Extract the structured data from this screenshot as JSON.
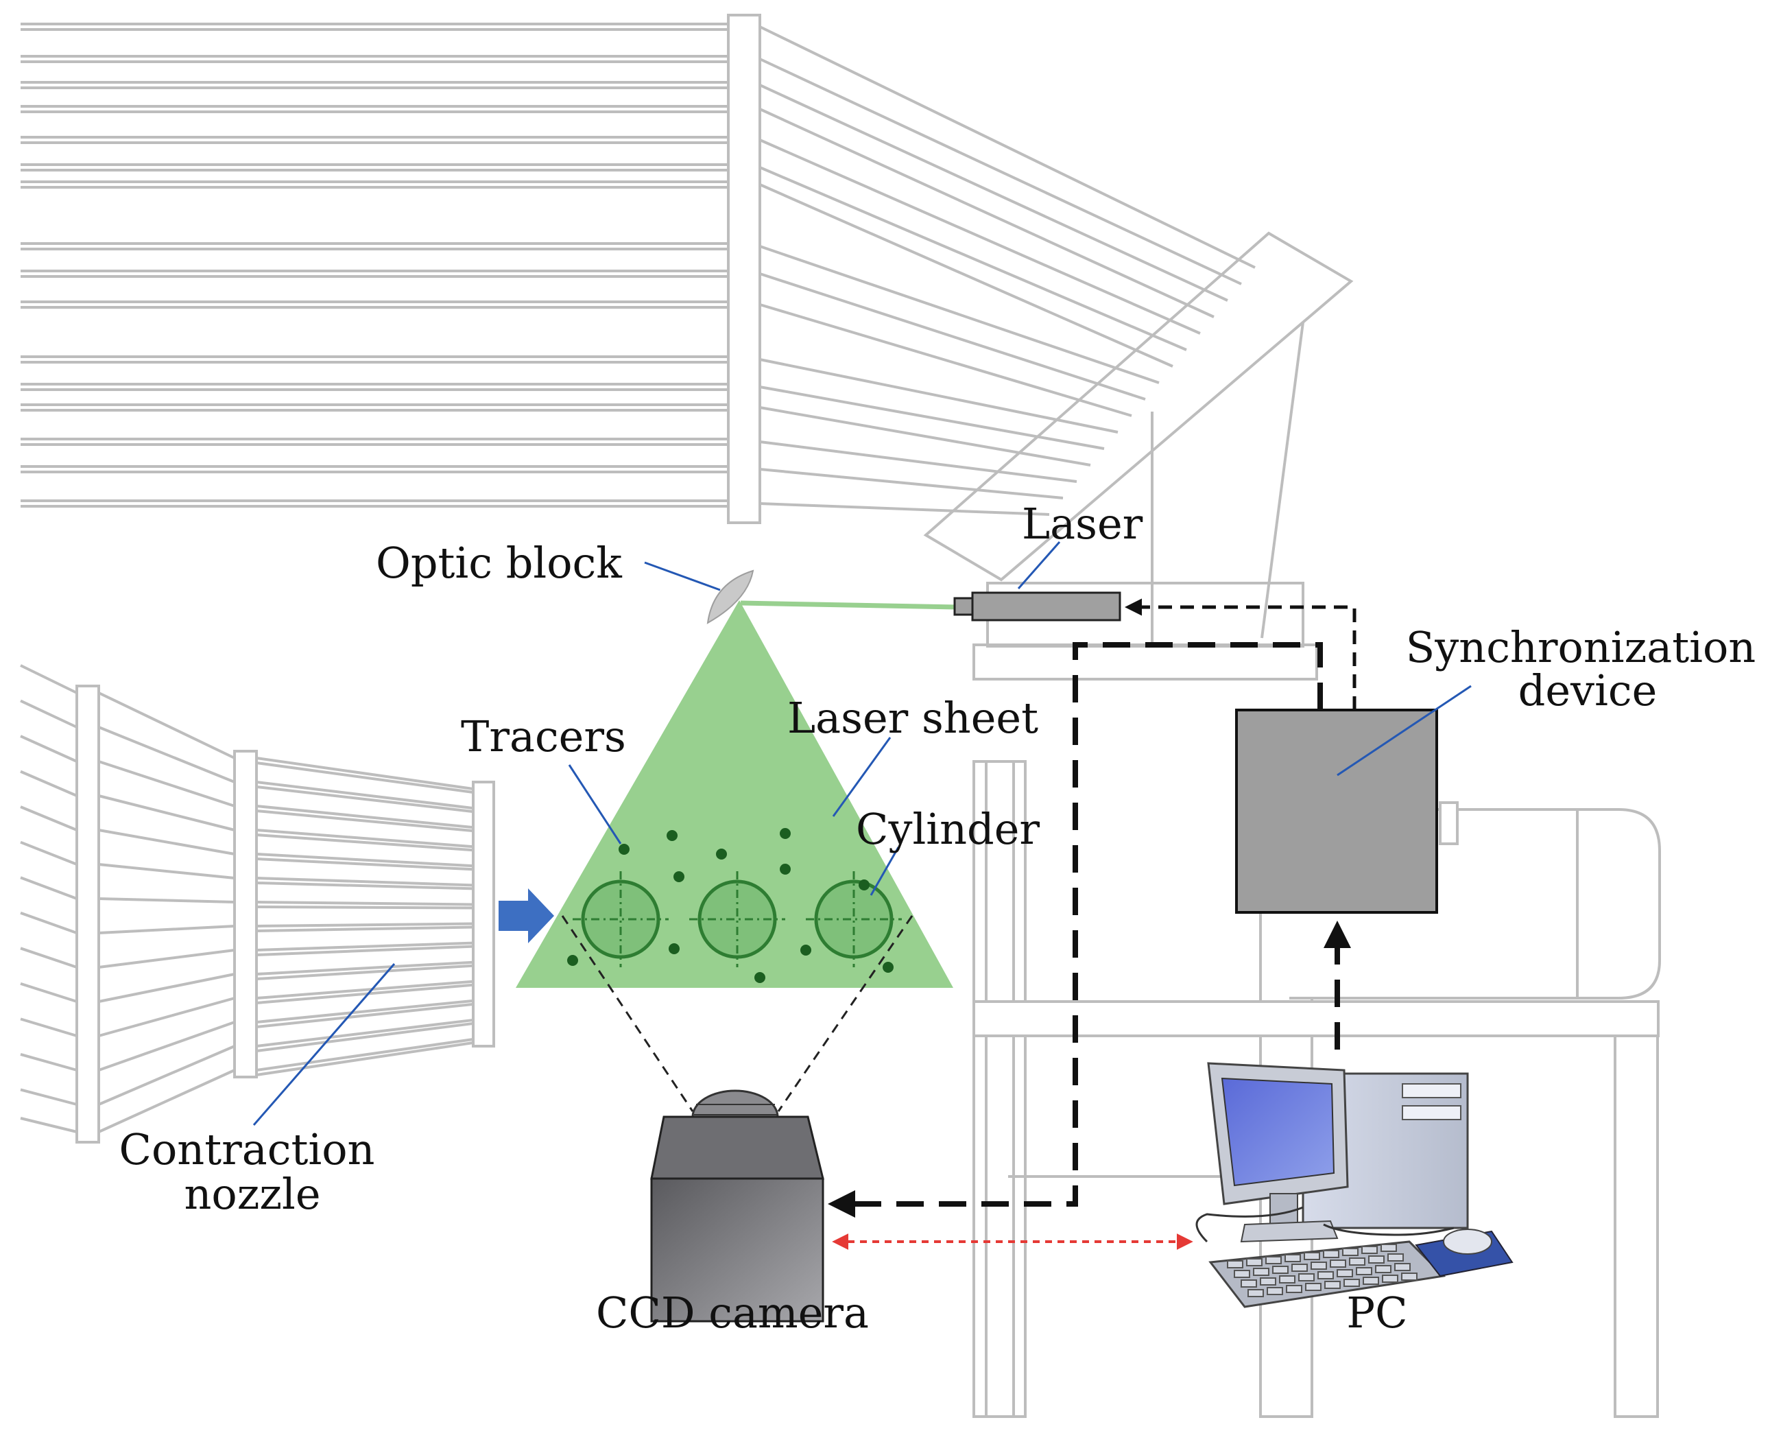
{
  "labels": {
    "optic_block": "Optic block",
    "laser": "Laser",
    "synchronization_device_line1": "Synchronization",
    "synchronization_device_line2": "device",
    "tracers": "Tracers",
    "laser_sheet": "Laser sheet",
    "cylinder": "Cylinder",
    "contraction_nozzle_line1": "Contraction",
    "contraction_nozzle_line2": "nozzle",
    "ccd_camera": "CCD camera",
    "pc": "PC"
  },
  "colors": {
    "laser_sheet": "#98d08f",
    "cylinder": "#2e7d32",
    "tracer": "#1b5e20",
    "leader_line": "#2458b4",
    "background_structure": "#bdbdbd",
    "device_gray": "#9e9e9e",
    "flow_arrow": "#3d6fc2",
    "camera_pc_link": "#e53935"
  },
  "icons": {
    "flow_arrow": "flow-direction-arrow-icon",
    "camera": "ccd-camera-icon",
    "pc": "desktop-pc-icon",
    "laser": "laser-head-icon",
    "optic": "optic-block-icon"
  }
}
